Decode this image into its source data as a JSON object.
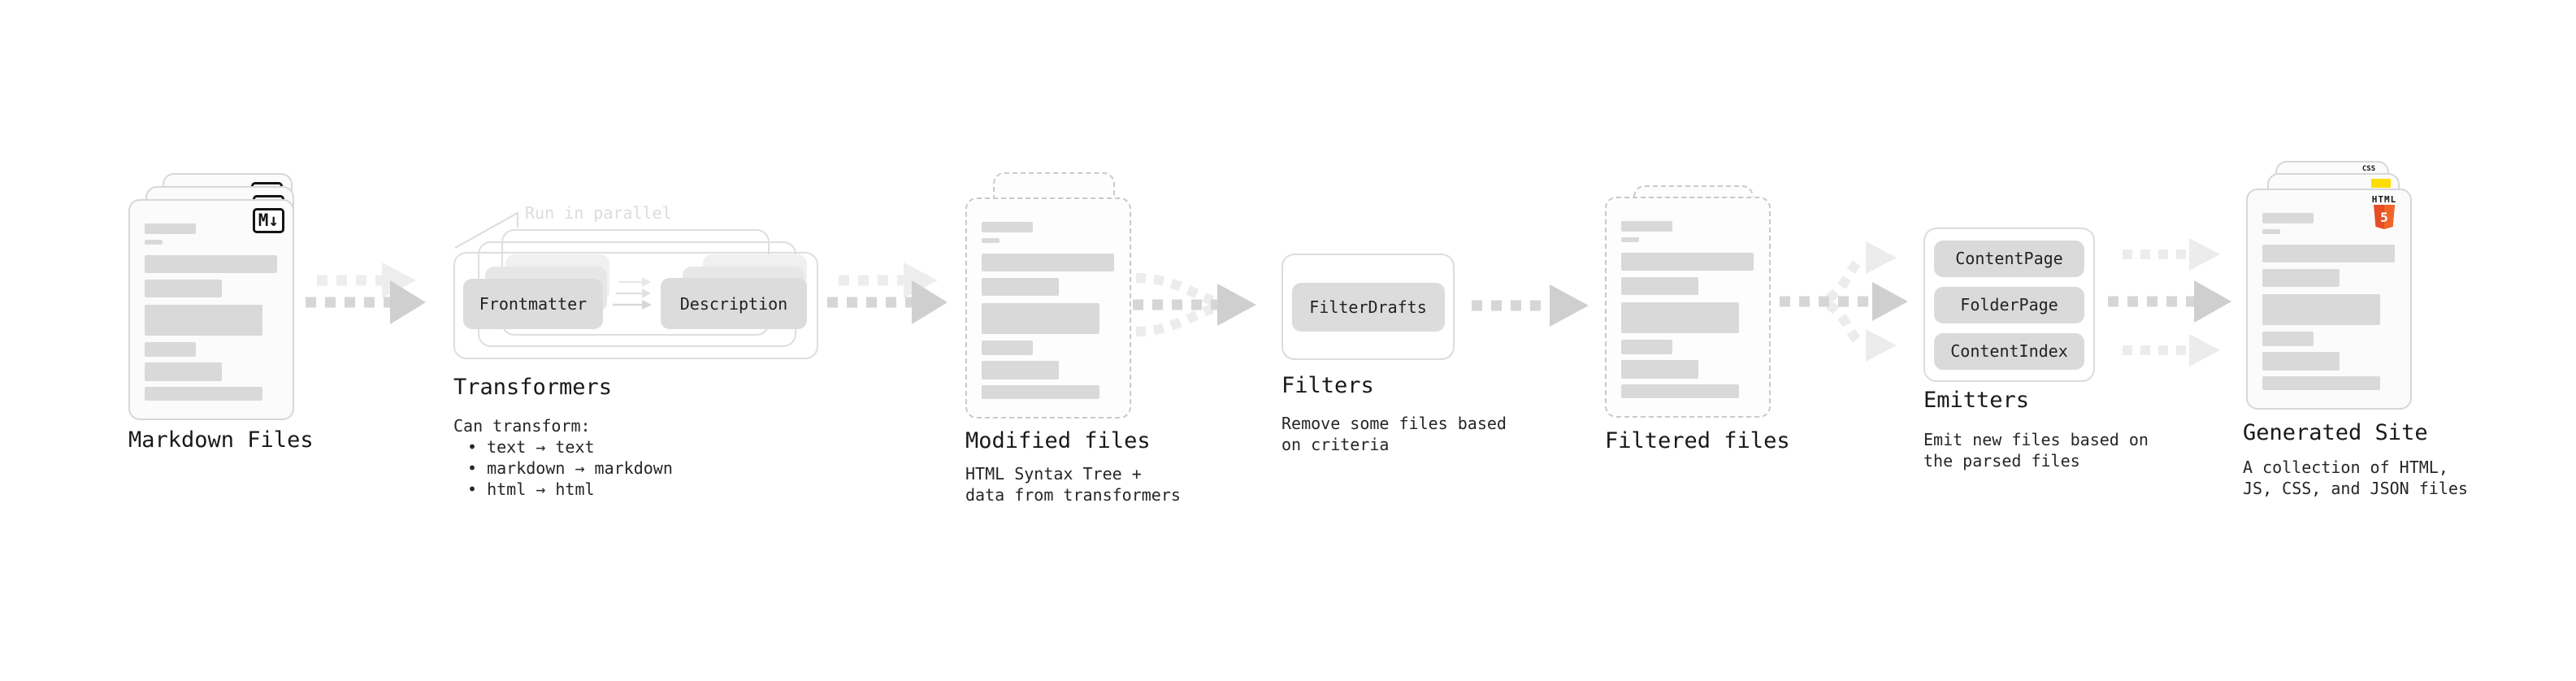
{
  "diagram": {
    "label_run_parallel": "Run in parallel",
    "md_badge": "M↓",
    "stages": {
      "markdown": {
        "caption": "Markdown Files"
      },
      "transformers": {
        "caption": "Transformers",
        "pill_left": "Frontmatter",
        "pill_right": "Description",
        "sub_title": "Can transform:",
        "bullets": [
          "• text → text",
          "• markdown → markdown",
          "• html → html"
        ]
      },
      "modified": {
        "caption": "Modified files",
        "sub1": "HTML Syntax Tree +",
        "sub2": "data from transformers"
      },
      "filters": {
        "caption": "Filters",
        "pill": "FilterDrafts",
        "sub1": "Remove some files based",
        "sub2": "on criteria"
      },
      "filtered": {
        "caption": "Filtered files"
      },
      "emitters": {
        "caption": "Emitters",
        "pills": [
          "ContentPage",
          "FolderPage",
          "ContentIndex"
        ],
        "sub1": "Emit new files based on",
        "sub2": "the parsed files"
      },
      "generated": {
        "caption": "Generated Site",
        "sub1": "A collection of HTML,",
        "sub2": "JS, CSS, and JSON files",
        "css_badge": "CSS",
        "html_logo_text": "HTML",
        "html_logo_number": "5"
      }
    },
    "colors": {
      "html5_orange": "#e44d26",
      "html5_orange_light": "#f16529",
      "css_blue": "#2965f1",
      "js_yellow": "#ffdd00"
    }
  }
}
